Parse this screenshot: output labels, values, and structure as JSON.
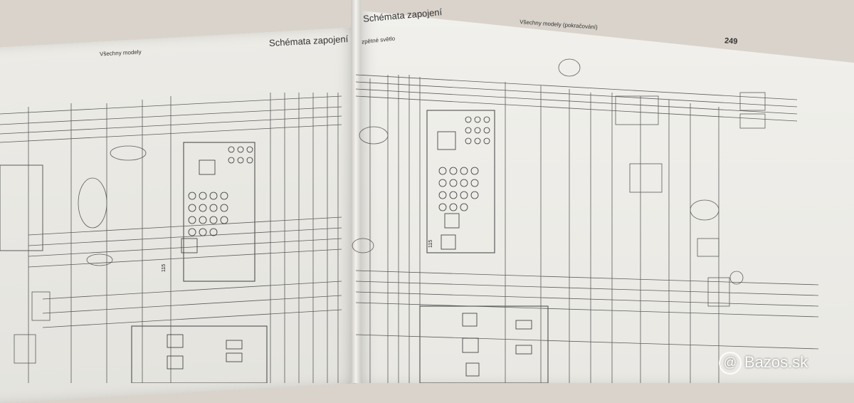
{
  "left_page": {
    "title": "Schémata zapojení",
    "subtitle": "Všechny modely"
  },
  "right_page": {
    "title": "Schémata zapojení",
    "small_label": "zpětné světlo",
    "subtitle": "Všechny modely (pokračování)",
    "page_number": "249"
  },
  "watermark": {
    "symbol": "@",
    "text": "Bazos.sk"
  },
  "component_labels": {
    "fuse_box": "115"
  }
}
